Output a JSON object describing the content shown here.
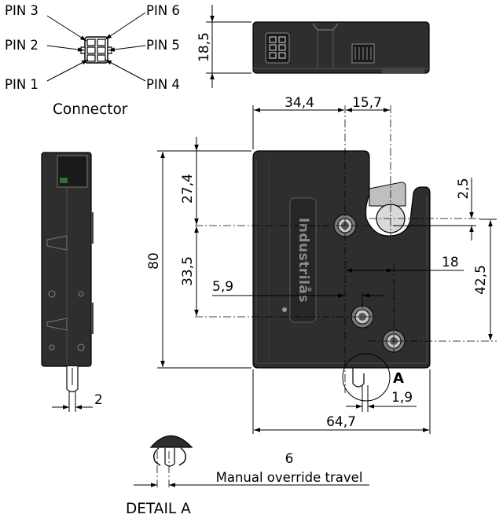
{
  "connector": {
    "caption": "Connector",
    "pins": [
      "PIN 3",
      "PIN 2",
      "PIN 1",
      "PIN 6",
      "PIN 5",
      "PIN 4"
    ]
  },
  "brand_logo_text": "Industrilås",
  "dimensions": {
    "height_top_view": "18,5",
    "d_34_4": "34,4",
    "d_15_7": "15,7",
    "d_27_4": "27,4",
    "d_80": "80",
    "d_33_5": "33,5",
    "d_5_9": "5,9",
    "d_2_5": "2,5",
    "d_18": "18",
    "d_42_5": "42,5",
    "d_1_9": "1,9",
    "d_64_7": "64,7",
    "d_2": "2",
    "d_6": "6"
  },
  "detail_marker": "A",
  "override_caption": "Manual override travel",
  "detail_caption": "DETAIL A",
  "colors": {
    "body": "#2e2e2e",
    "body_edge": "#000000",
    "latch": "#bfbfbf",
    "bolt_ring": "#c8c8c8"
  }
}
